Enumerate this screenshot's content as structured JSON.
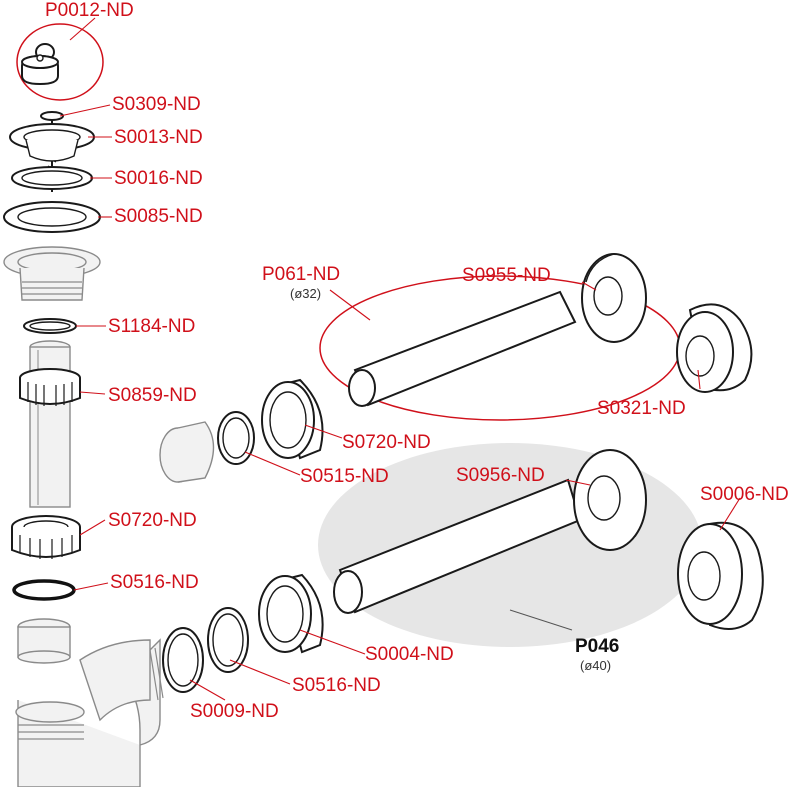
{
  "labels": {
    "p0012": "P0012-ND",
    "s0309": "S0309-ND",
    "s0013": "S0013-ND",
    "s0016": "S0016-ND",
    "s0085": "S0085-ND",
    "s1184": "S1184-ND",
    "s0859": "S0859-ND",
    "s0720_left": "S0720-ND",
    "s0516_left": "S0516-ND",
    "p061": "P061-ND",
    "p061_size": "(ø32)",
    "s0955": "S0955-ND",
    "s0321": "S0321-ND",
    "s0720_mid": "S0720-ND",
    "s0515": "S0515-ND",
    "s0956": "S0956-ND",
    "s0006": "S0006-ND",
    "p046": "P046",
    "p046_size": "(ø40)",
    "s0004": "S0004-ND",
    "s0516_mid": "S0516-ND",
    "s0009": "S0009-ND"
  },
  "colors": {
    "label_red": "#d0101a",
    "outline": "#1a1a1a",
    "highlight_grey": "#e6e6e6"
  }
}
